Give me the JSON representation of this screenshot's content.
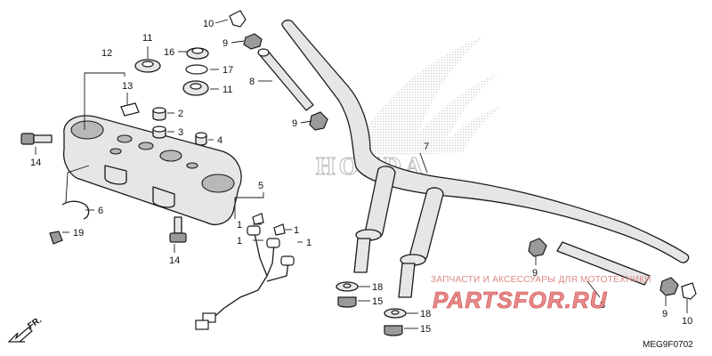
{
  "diagram": {
    "code": "MEG9F0702",
    "front_label": "FR.",
    "brand_wordmark": "HONDA",
    "watermark": {
      "top_line": "ЗАПЧАСТИ И АКСЕССУАРЫ ДЛЯ МОТОТЕХНИКИ",
      "brand": "PARTSFOR.RU"
    },
    "callouts": [
      "10",
      "9",
      "16",
      "17",
      "11",
      "11",
      "12",
      "13",
      "8",
      "9",
      "2",
      "3",
      "4",
      "14",
      "14",
      "5",
      "6",
      "19",
      "1",
      "1",
      "1",
      "1",
      "7",
      "9",
      "8",
      "18",
      "15",
      "18",
      "15",
      "9",
      "10"
    ]
  }
}
